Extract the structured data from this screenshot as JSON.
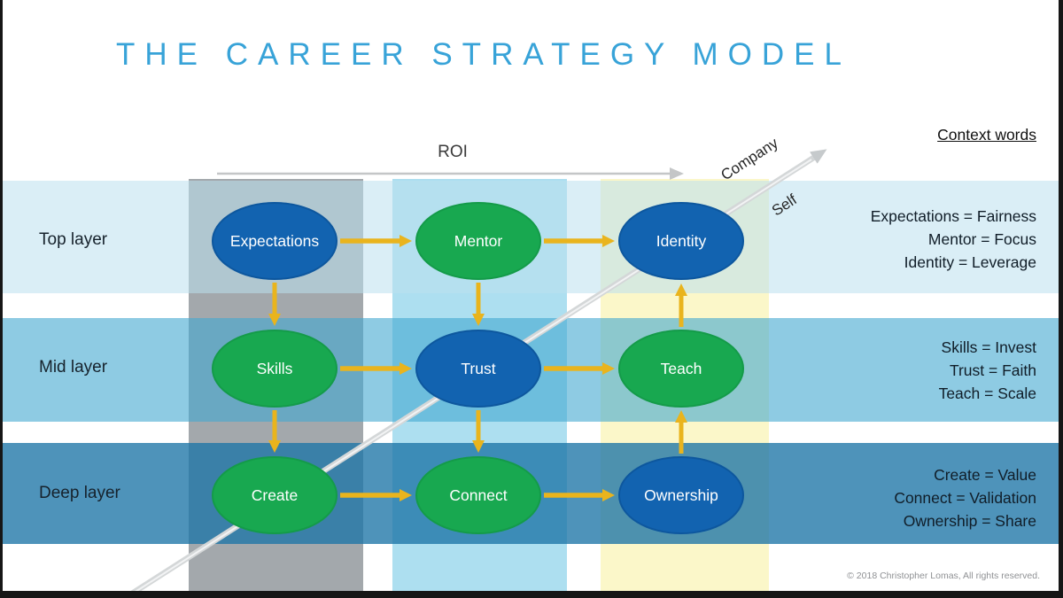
{
  "title": "THE CAREER STRATEGY MODEL",
  "axes": {
    "roi_label": "ROI",
    "company_label": "Company",
    "self_label": "Self"
  },
  "layers": [
    {
      "label": "Top layer"
    },
    {
      "label": "Mid layer"
    },
    {
      "label": "Deep layer"
    }
  ],
  "nodes": [
    {
      "label": "Expectations",
      "color": "blue"
    },
    {
      "label": "Mentor",
      "color": "green"
    },
    {
      "label": "Identity",
      "color": "blue"
    },
    {
      "label": "Skills",
      "color": "green"
    },
    {
      "label": "Trust",
      "color": "blue"
    },
    {
      "label": "Teach",
      "color": "green"
    },
    {
      "label": "Create",
      "color": "green"
    },
    {
      "label": "Connect",
      "color": "green"
    },
    {
      "label": "Ownership",
      "color": "blue"
    }
  ],
  "context_panel": {
    "heading": "Context words",
    "groups": [
      {
        "lines": [
          "Expectations = Fairness",
          "Mentor = Focus",
          "Identity = Leverage"
        ]
      },
      {
        "lines": [
          "Skills = Invest",
          "Trust = Faith",
          "Teach = Scale"
        ]
      },
      {
        "lines": [
          "Create = Value",
          "Connect = Validation",
          "Ownership = Share"
        ]
      }
    ]
  },
  "footer": {
    "copyright": "© 2018 Christopher Lomas, All rights reserved."
  },
  "colors": {
    "title_blue": "#38a3d8",
    "node_blue": "#1263b0",
    "node_green": "#18a850",
    "arrow_gold": "#e9b41d",
    "band_top": "#daeef6",
    "band_mid": "#8ecbe3",
    "band_deep": "#4e93ba",
    "column_gray": "#a3a8ac",
    "column_blue": "#addff0",
    "column_yellow": "#fbf7c9",
    "gray_arrow": "#c9cdd0"
  }
}
